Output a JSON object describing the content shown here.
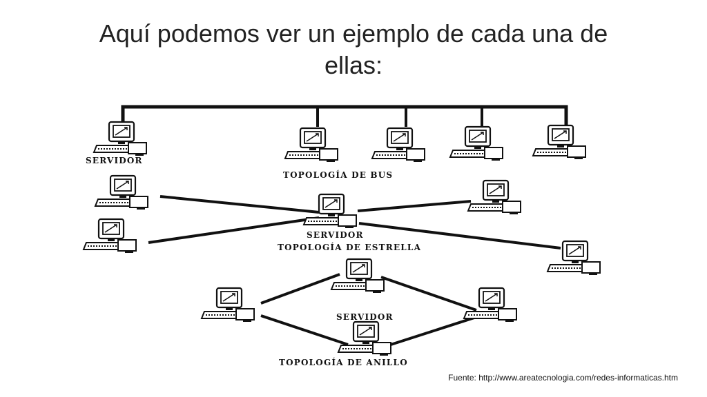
{
  "slide": {
    "title_line1": "Aquí podemos ver un ejemplo de cada una de",
    "title_line2": "ellas:",
    "source": "Fuente: http://www.areatecnologia.com/redes-informaticas.htm"
  },
  "diagram": {
    "bus": {
      "label": "TOPOLOGÍA DE BUS",
      "server_label": "SERVIDOR"
    },
    "star": {
      "label": "TOPOLOGÍA DE ESTRELLA",
      "server_label": "SERVIDOR"
    },
    "ring": {
      "label": "TOPOLOGÍA DE ANILLO",
      "server_label": "SERVIDOR"
    }
  },
  "colors": {
    "ink": "#111111",
    "paper": "#ffffff",
    "title": "#222222"
  },
  "icons": {
    "node": "computer-icon"
  }
}
